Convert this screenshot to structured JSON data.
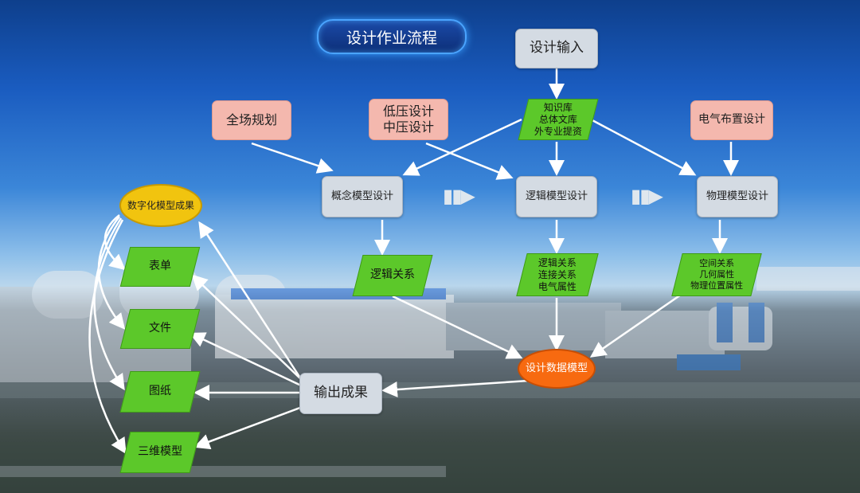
{
  "title": "设计作业流程",
  "nodes": {
    "design_input": "设计输入",
    "knowledge": "知识库\n总体文库\n外专业提资",
    "site_planning": "全场规划",
    "lv_mv_design": "低压设计\n中压设计",
    "electrical_layout": "电气布置设计",
    "concept_model": "概念模型设计",
    "logic_model": "逻辑模型设计",
    "physical_model": "物理模型设计",
    "logic_relation": "逻辑关系",
    "logic_connect": "逻辑关系\n连接关系\n电气属性",
    "spatial": "空间关系\n几何属性\n物理位置属性",
    "design_data_model": "设计数据模型",
    "output": "输出成果",
    "digital_result": "数字化模型成果",
    "forms": "表单",
    "files": "文件",
    "drawings": "图纸",
    "model3d": "三维模型"
  },
  "colors": {
    "process_box": "#d4dbe3",
    "input_box": "#f4b8ae",
    "data_box": "#5cc82a",
    "digital_result": "#f1c40f",
    "design_data_model": "#f76a10",
    "arrow": "#ffffff"
  }
}
